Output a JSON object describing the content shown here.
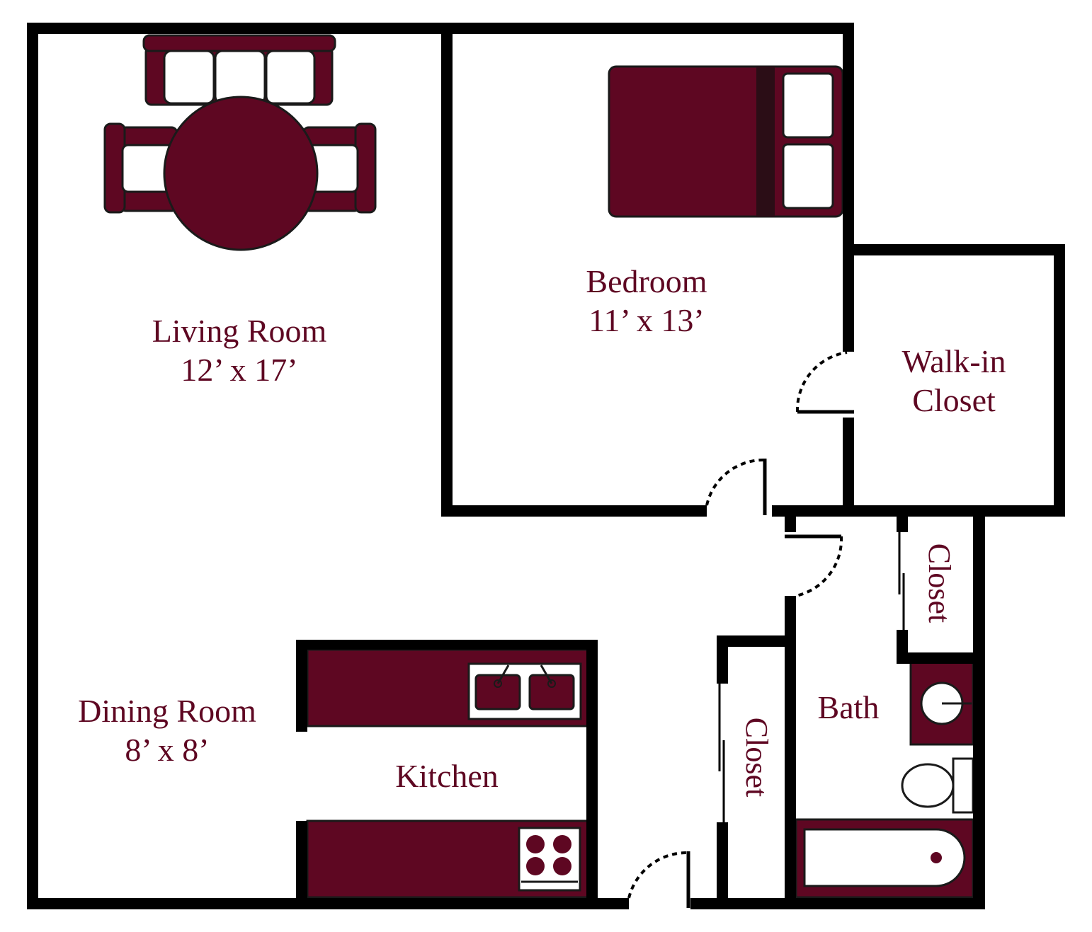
{
  "colors": {
    "wall": "#000000",
    "furniture": "#5e0722",
    "label": "#5e0722",
    "background": "#ffffff",
    "headboard": "#2b0d16"
  },
  "rooms": {
    "living_room": {
      "name": "Living Room",
      "size": "12’ x 17’"
    },
    "bedroom": {
      "name": "Bedroom",
      "size": "11’ x 13’"
    },
    "walk_in_closet": {
      "line1": "Walk-in",
      "line2": "Closet"
    },
    "dining_room": {
      "name": "Dining Room",
      "size": "8’ x 8’"
    },
    "kitchen": {
      "name": "Kitchen"
    },
    "bath": {
      "name": "Bath"
    },
    "hall_closet": {
      "name": "Closet"
    },
    "bath_closet": {
      "name": "Closet"
    }
  },
  "icons": [
    "dining-table-icon",
    "chair-icon",
    "bed-icon",
    "sink-icon",
    "stove-icon",
    "toilet-icon",
    "bathtub-icon",
    "door-swing-icon"
  ]
}
